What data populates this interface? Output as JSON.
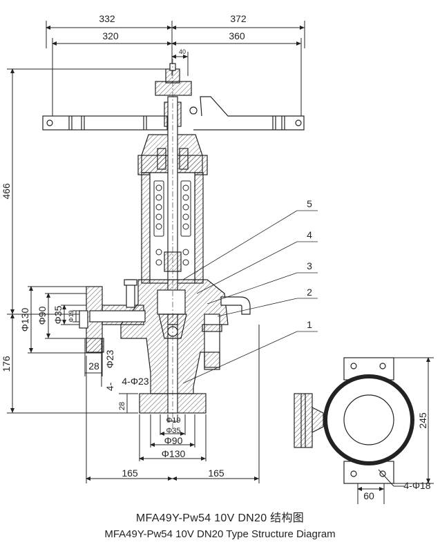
{
  "dimensions": {
    "top_left_outer": "332",
    "top_right_outer": "372",
    "top_left_inner": "320",
    "top_right_inner": "360",
    "offset": "40",
    "height_total": "466",
    "height_lower": "176",
    "flange_left_od": "Φ130",
    "flange_left_pcd": "Φ90",
    "flange_left_raised": "Φ35",
    "flange_left_bore": "Φ19",
    "flange_left_thickness": "28",
    "bolt_hole_left": "Φ23",
    "bolt_holes_left": "4-",
    "bolt_holes_bottom": "4-Φ23",
    "flange_bottom_thickness": "28",
    "bottom_bore": "Φ19",
    "bottom_raised": "Φ35",
    "bottom_pcd": "Φ90",
    "bottom_od": "Φ130",
    "bottom_half_left": "165",
    "bottom_half_right": "165",
    "side_height": "245",
    "side_holes": "4-Φ18",
    "side_width": "60"
  },
  "callouts": [
    "5",
    "4",
    "3",
    "2",
    "1"
  ],
  "caption": {
    "line1": "MFA49Y-Pw54 10V DN20 结构图",
    "line2": "MFA49Y-Pw54 10V DN20  Type Structure Diagram"
  }
}
